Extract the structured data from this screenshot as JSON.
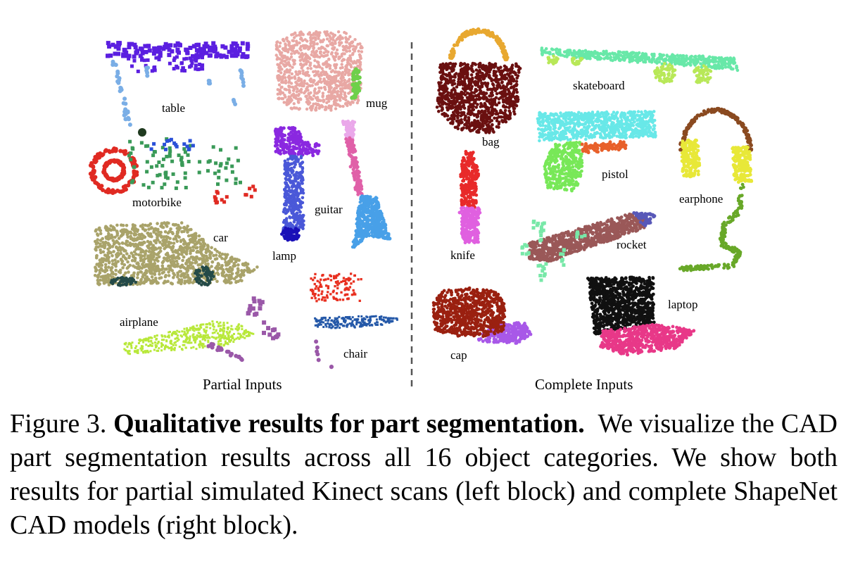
{
  "figure": {
    "left_block_label": "Partial Inputs",
    "right_block_label": "Complete Inputs",
    "objects": {
      "table": "table",
      "mug": "mug",
      "motorbike": "motorbike",
      "car": "car",
      "lamp": "lamp",
      "guitar": "guitar",
      "airplane": "airplane",
      "chair": "chair",
      "bag": "bag",
      "skateboard": "skateboard",
      "pistol": "pistol",
      "earphone": "earphone",
      "knife": "knife",
      "rocket": "rocket",
      "cap": "cap",
      "laptop": "laptop"
    }
  },
  "caption": {
    "prefix": "Figure 3.",
    "title": "Qualitative results for part segmentation.",
    "body": "We visualize the CAD part segmentation results across all 16 object categories. We show both results for partial simulated Kinect scans (left block) and complete ShapeNet CAD models (right block)."
  },
  "colors": {
    "table_top": "#5b1fe0",
    "table_legs": "#7aaee6",
    "mug_body": "#e8a8a4",
    "mug_handle": "#6ed04a",
    "moto_red": "#e02a22",
    "moto_green": "#3a9a58",
    "moto_blue": "#2a50d8",
    "car_body": "#a9a36a",
    "car_wheel": "#244a48",
    "lamp_head": "#8a28e0",
    "lamp_body": "#4a58d8",
    "lamp_base": "#1a10b8",
    "guitar_body": "#48a0e8",
    "guitar_neck": "#e060a8",
    "guitar_head": "#eaa8ea",
    "airplane_body": "#b8e83a",
    "airplane_tail": "#9a58a8",
    "chair_back": "#e83020",
    "chair_seat": "#2458a8",
    "chair_legs": "#9a58a8",
    "bag_body": "#6a1010",
    "bag_handle": "#e8a830",
    "skateboard": "#68e8a8",
    "skate_wheels": "#b8e858",
    "pistol_top": "#68e8e8",
    "pistol_grip": "#78e858",
    "pistol_trigger": "#e8602a",
    "earphone_band": "#8a4a20",
    "earphone_cup": "#e8e838",
    "earphone_cord": "#68a828",
    "knife_blade": "#e82a2a",
    "knife_handle": "#e060e0",
    "rocket_body": "#9a5858",
    "rocket_fins": "#78e8a8",
    "rocket_nose": "#5858b8",
    "cap_crown": "#9a2010",
    "cap_visor": "#a858e8",
    "laptop_screen": "#101010",
    "laptop_base": "#e83888"
  }
}
